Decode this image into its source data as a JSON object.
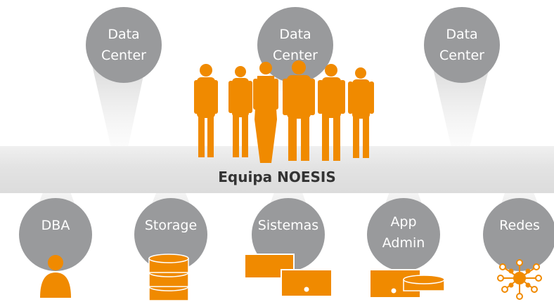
{
  "colors": {
    "circle": "#999a9c",
    "accent": "#f08a00",
    "band": "#e3e3e3",
    "label_text": "#333333",
    "circle_text": "#ffffff"
  },
  "top_nodes": [
    {
      "line1": "Data",
      "line2": "Center"
    },
    {
      "line1": "Data",
      "line2": "Center"
    },
    {
      "line1": "Data",
      "line2": "Center"
    }
  ],
  "center_label": "Equipa NOESIS",
  "bottom_nodes": [
    {
      "label": "DBA",
      "icon": "person-icon"
    },
    {
      "label": "Storage",
      "icon": "database-stack-icon"
    },
    {
      "label": "Sistemas",
      "icon": "servers-icon"
    },
    {
      "line1": "App",
      "line2": "Admin",
      "icon": "server-disk-icon"
    },
    {
      "label": "Redes",
      "icon": "network-icon"
    }
  ],
  "team_icon": "team-silhouettes-icon"
}
